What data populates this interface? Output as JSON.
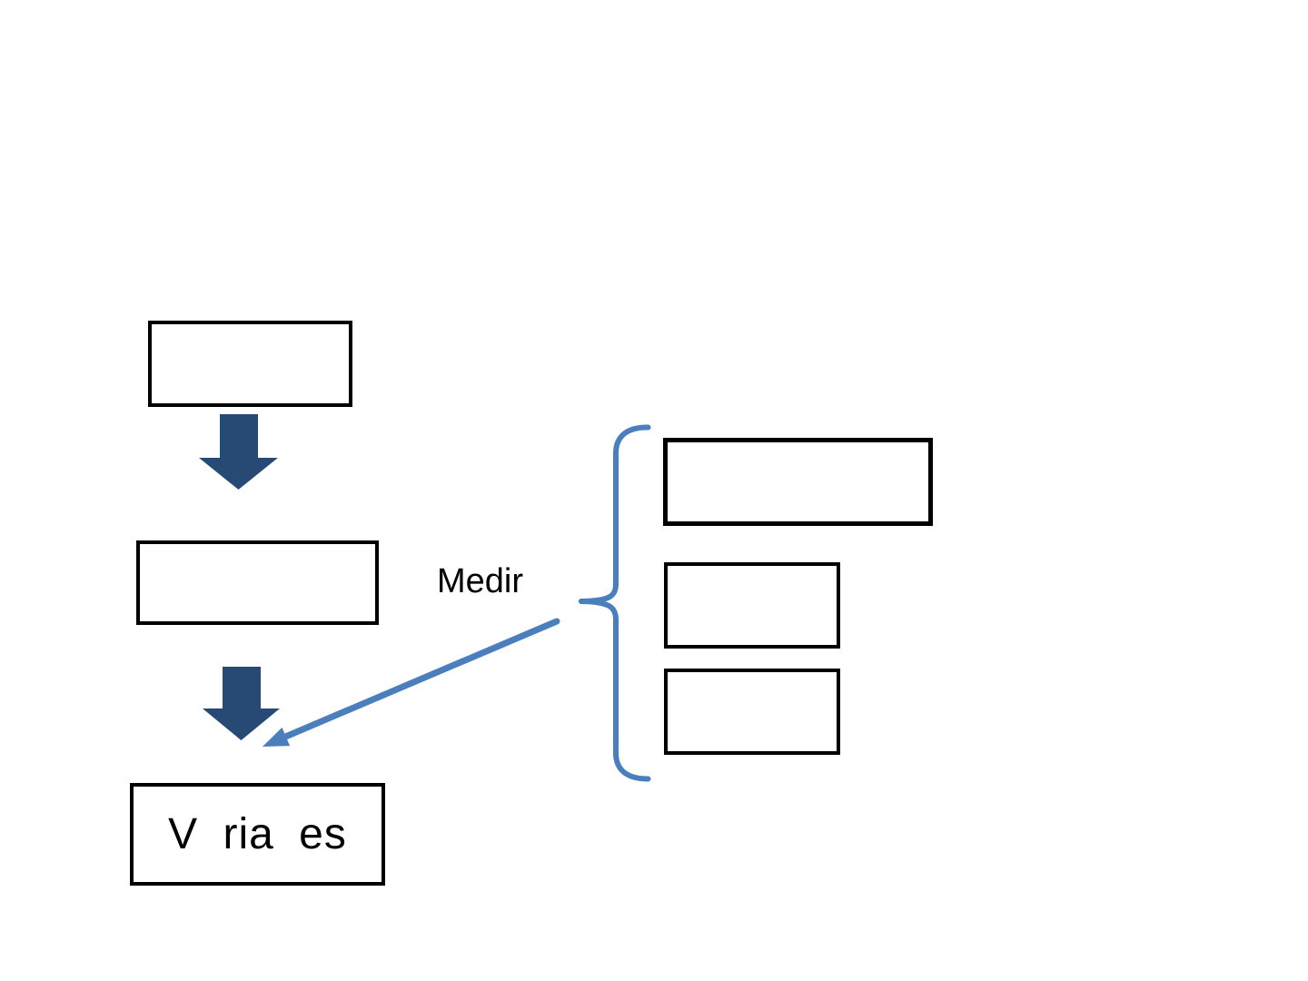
{
  "diagram": {
    "labels": {
      "medir": "Medir",
      "variables": "V ria es"
    },
    "boxes": {
      "top_left": {
        "text": ""
      },
      "mid_left": {
        "text": ""
      },
      "bottom_left": {
        "text": "V ria es"
      },
      "right_1": {
        "text": ""
      },
      "right_2": {
        "text": ""
      },
      "right_3": {
        "text": ""
      }
    },
    "colors": {
      "background": "#ffffff",
      "box_border": "#000000",
      "dark_arrow": "#274a74",
      "accent_blue": "#4a7ebc",
      "text": "#000000"
    }
  }
}
